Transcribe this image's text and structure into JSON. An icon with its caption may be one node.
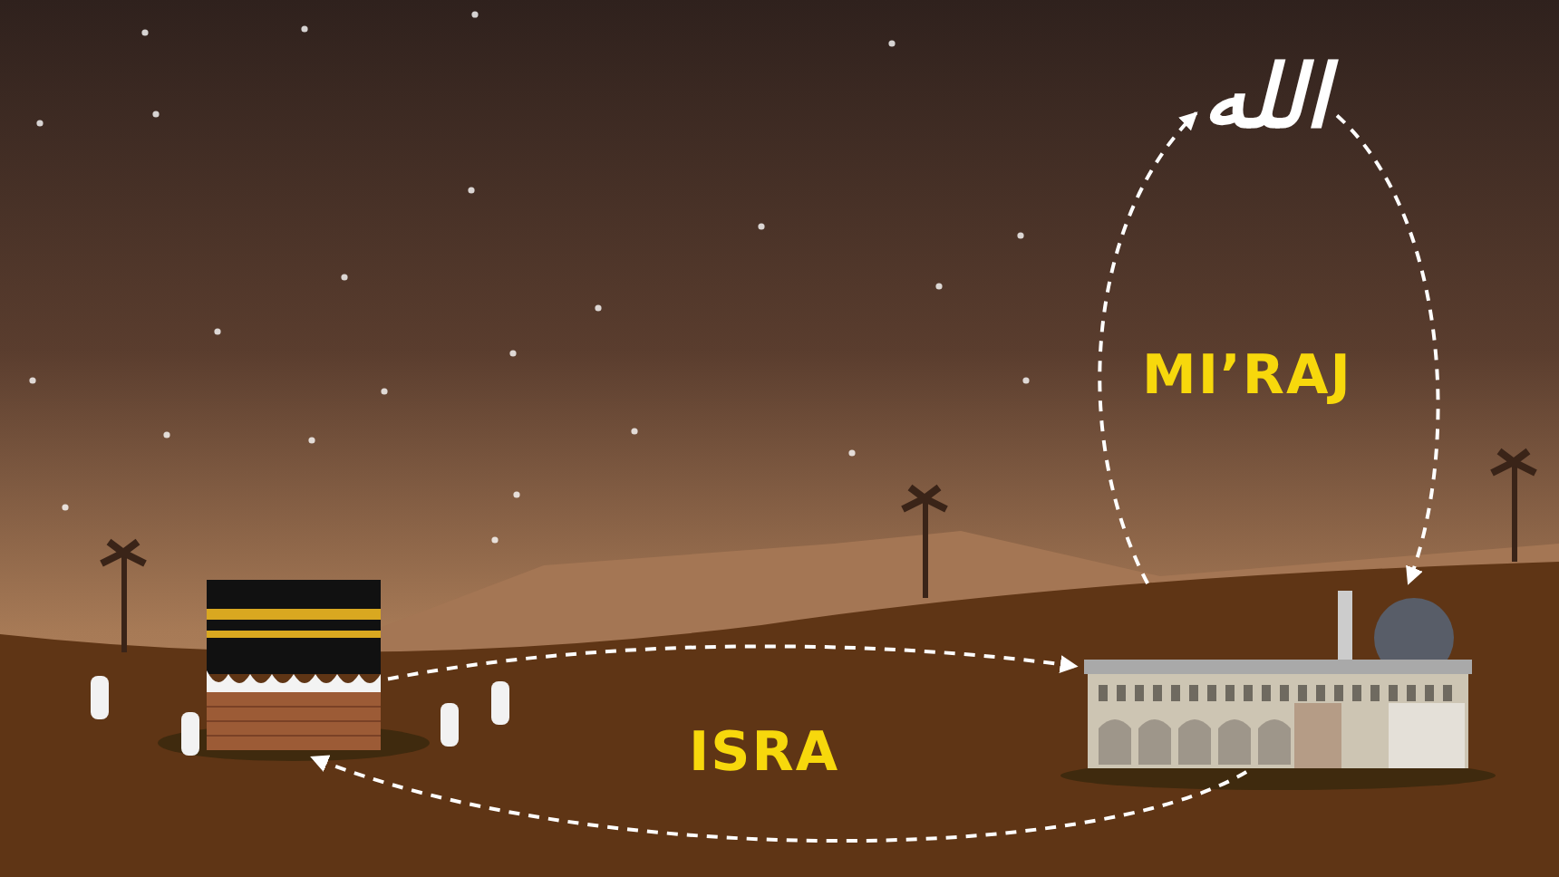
{
  "diagram": {
    "nodes": [
      {
        "text": [],
        "shape": "picture"
      },
      {
        "text": [],
        "shape": "picture"
      },
      {
        "text": [
          "الله"
        ]
      }
    ],
    "edges": [
      {
        "from": 0,
        "to": 1,
        "arrow": "to",
        "style": "dashed"
      },
      {
        "from": 1,
        "to": 0,
        "arrow": "to",
        "style": "dashed"
      },
      {
        "from": 1,
        "to": 2,
        "arrow": "to",
        "style": "dashed"
      },
      {
        "from": 2,
        "to": 1,
        "arrow": "to",
        "style": "dashed"
      }
    ],
    "labels": [
      "MI’RAJ",
      "ISRA"
    ]
  }
}
